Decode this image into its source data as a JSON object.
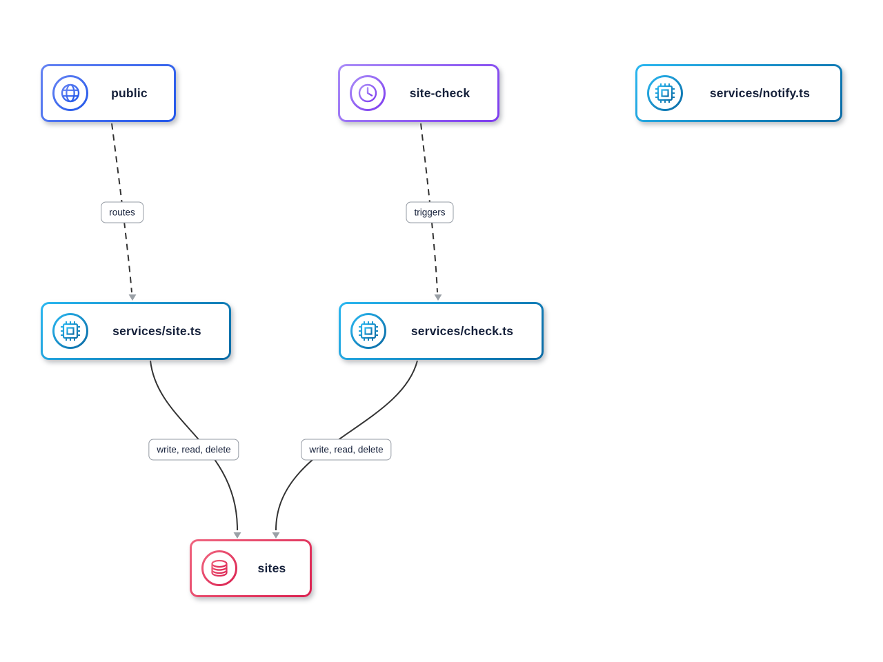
{
  "diagram": {
    "nodes": [
      {
        "id": "public",
        "label": "public",
        "icon": "globe-icon",
        "color_from": "#6583f3",
        "color_to": "#2257e9"
      },
      {
        "id": "site-check",
        "label": "site-check",
        "icon": "clock-icon",
        "color_from": "#a98cf8",
        "color_to": "#7d3bee"
      },
      {
        "id": "services-notify",
        "label": "services/notify.ts",
        "icon": "chip-icon",
        "color_from": "#2bb7f0",
        "color_to": "#0a6aa4"
      },
      {
        "id": "services-site",
        "label": "services/site.ts",
        "icon": "chip-icon",
        "color_from": "#2bb7f0",
        "color_to": "#0a6aa4"
      },
      {
        "id": "services-check",
        "label": "services/check.ts",
        "icon": "chip-icon",
        "color_from": "#2bb7f0",
        "color_to": "#0a6aa4"
      },
      {
        "id": "sites",
        "label": "sites",
        "icon": "database-icon",
        "color_from": "#f0657f",
        "color_to": "#da2150"
      }
    ],
    "edges": [
      {
        "from": "public",
        "to": "services-site",
        "label": "routes",
        "style": "dashed"
      },
      {
        "from": "site-check",
        "to": "services-check",
        "label": "triggers",
        "style": "dashed"
      },
      {
        "from": "services-site",
        "to": "sites",
        "label": "write, read, delete",
        "style": "solid"
      },
      {
        "from": "services-check",
        "to": "sites",
        "label": "write, read, delete",
        "style": "solid"
      }
    ],
    "colors": {
      "text": "#15203a",
      "line": "#333333",
      "arrowhead": "#9aa0a6",
      "edge_label_border": "#959ba4"
    }
  }
}
